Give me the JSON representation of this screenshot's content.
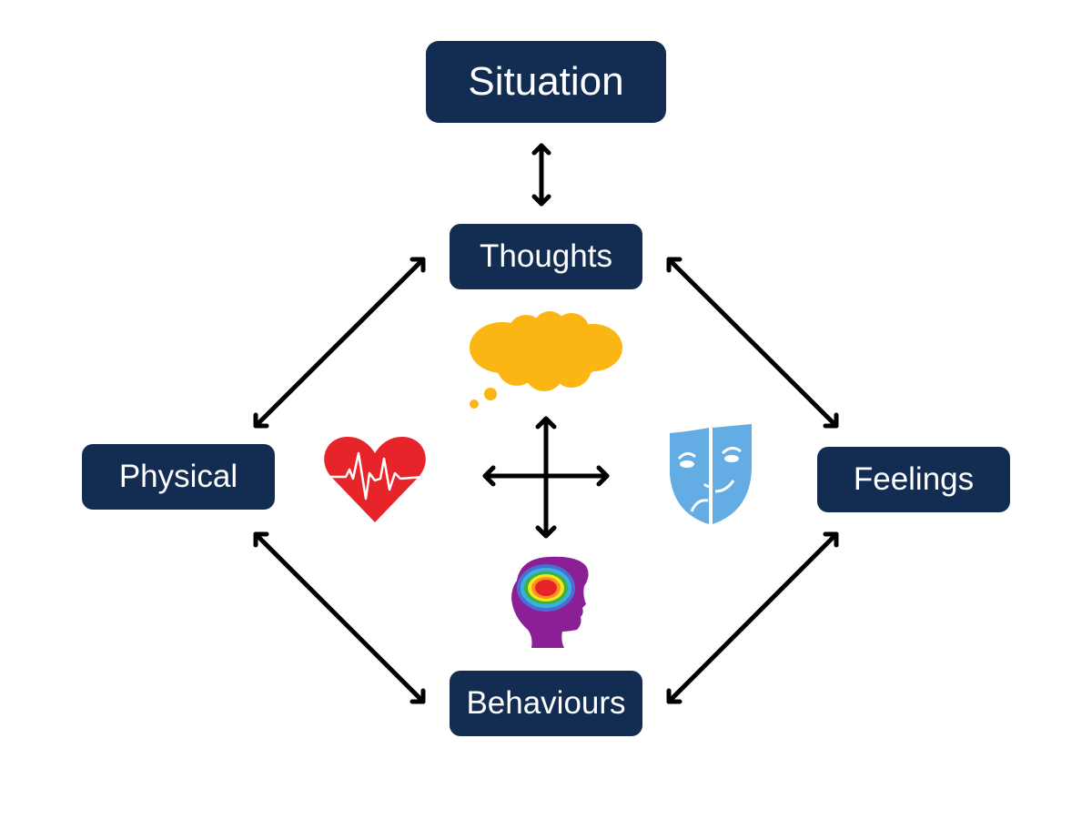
{
  "diagram": {
    "title": "Situation",
    "nodes": {
      "situation": "Situation",
      "thoughts": "Thoughts",
      "physical": "Physical",
      "feelings": "Feelings",
      "behaviours": "Behaviours"
    },
    "edges": [
      {
        "from": "situation",
        "to": "thoughts",
        "type": "bidirectional"
      },
      {
        "from": "thoughts",
        "to": "physical",
        "type": "bidirectional"
      },
      {
        "from": "thoughts",
        "to": "feelings",
        "type": "bidirectional"
      },
      {
        "from": "physical",
        "to": "behaviours",
        "type": "bidirectional"
      },
      {
        "from": "feelings",
        "to": "behaviours",
        "type": "bidirectional"
      }
    ],
    "center_icons": {
      "top": "thought-cloud-icon",
      "left": "heartbeat-icon",
      "right": "theater-mask-icon",
      "bottom": "brain-heatmap-head-icon",
      "center": "four-way-arrow-icon"
    },
    "colors": {
      "node_bg": "#132d52",
      "node_text": "#ffffff",
      "arrow": "#000000",
      "cloud": "#fbb614",
      "heart": "#e8242b",
      "mask": "#64ace4",
      "head": "#8b1f96"
    }
  }
}
